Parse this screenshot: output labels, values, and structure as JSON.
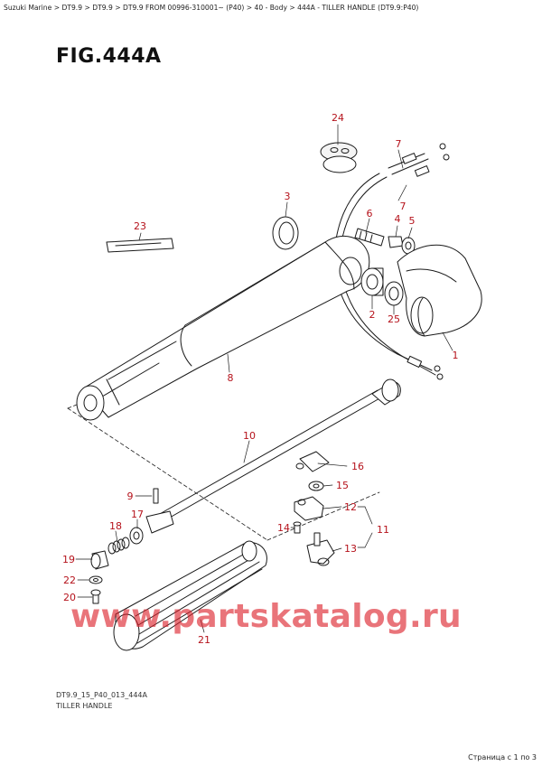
{
  "breadcrumb": "Suzuki Marine > DT9.9 > DT9.9 > DT9.9 FROM 00996-310001~ (P40) > 40 - Body > 444A - TILLER HANDLE (DT9.9:P40)",
  "figure_title": "FIG.444A",
  "callouts": {
    "c1": "1",
    "c2": "2",
    "c3": "3",
    "c4": "4",
    "c5": "5",
    "c6": "6",
    "c7a": "7",
    "c7b": "7",
    "c8": "8",
    "c9": "9",
    "c10": "10",
    "c11": "11",
    "c12": "12",
    "c13": "13",
    "c14": "14",
    "c15": "15",
    "c16": "16",
    "c17": "17",
    "c18": "18",
    "c19": "19",
    "c20": "20",
    "c21": "21",
    "c22": "22",
    "c23": "23",
    "c24": "24",
    "c25": "25"
  },
  "watermark": "www.partskatalog.ru",
  "drawing_code": "DT9.9_15_P40_013_444A",
  "drawing_subtitle": "TILLER HANDLE",
  "pager": "Страница с 1 по 3",
  "colors": {
    "callout": "#b5121b",
    "watermark": "#dc1e28",
    "line": "#1a1a1a"
  }
}
